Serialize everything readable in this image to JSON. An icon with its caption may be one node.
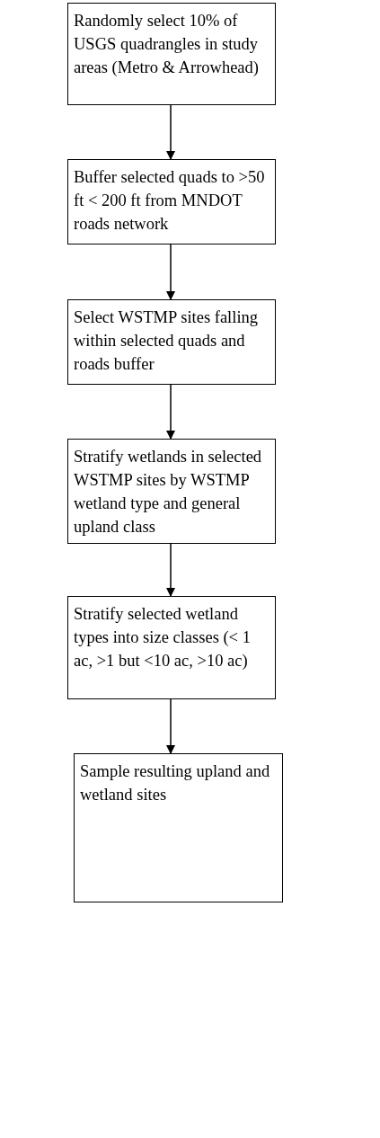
{
  "diagram": {
    "nodes": [
      {
        "text": [
          "Randomly select 10% of USGS quadrangles in study areas (Metro & Arrowhead)"
        ]
      },
      {
        "text": [
          "Buffer selected quads to >50 ft < 200 ft from MNDOT roads network"
        ]
      },
      {
        "text": [
          "Select WSTMP sites falling within selected quads and roads buffer"
        ]
      },
      {
        "text": [
          "Stratify wetlands in selected WSTMP sites by WSTMP wetland type and general upland class"
        ]
      },
      {
        "text": [
          "Stratify selected wetland types into size classes (< 1 ac, >1 but <10 ac, >10 ac)"
        ]
      },
      {
        "text": [
          "Sample resulting upland and wetland sites"
        ]
      }
    ],
    "edges": [
      {
        "from": 0,
        "to": 1,
        "arrow": "to"
      },
      {
        "from": 1,
        "to": 2,
        "arrow": "to"
      },
      {
        "from": 2,
        "to": 3,
        "arrow": "to"
      },
      {
        "from": 3,
        "to": 4,
        "arrow": "to"
      },
      {
        "from": 4,
        "to": 5,
        "arrow": "to"
      }
    ]
  }
}
